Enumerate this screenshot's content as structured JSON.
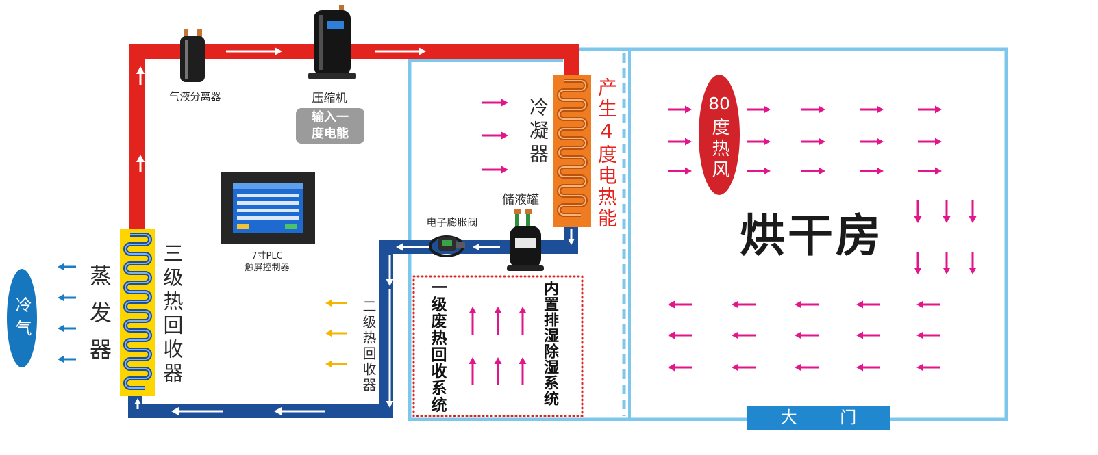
{
  "components": {
    "separator": {
      "label": "气液分离器"
    },
    "compressor": {
      "label": "压缩机",
      "input_energy": [
        "输入一",
        "度电能"
      ]
    },
    "condenser": {
      "label": "冷凝器",
      "output_energy": "产生4度电热能"
    },
    "receiver": {
      "label": "储液罐"
    },
    "expansion_valve": {
      "label": "电子膨胀阀"
    },
    "plc": {
      "label": [
        "7寸PLC",
        "触屏控制器"
      ]
    },
    "evaporator": {
      "label": "蒸发器",
      "heat_recovery": "三级热回收器"
    },
    "secondary_recovery": {
      "label": "二级热回收器"
    },
    "primary_recovery": {
      "label": "一级废热回收系统"
    },
    "dehumidifier": {
      "label": "内置排湿除湿系统"
    },
    "cold_air": {
      "label": "冷气"
    },
    "hot_air": {
      "value": "80",
      "label": "度热风"
    },
    "drying_room": {
      "label": "烘干房"
    },
    "door": {
      "label": "大 门"
    }
  },
  "colors": {
    "hot_pipe": "#e3231d",
    "cold_pipe": "#1d4f99",
    "room_outline": "#7ec7ec",
    "condenser": "#f07c22",
    "evaporator": "#ffd500",
    "hot_air_arrows": "#e2168b",
    "warm_arrows": "#f4b400",
    "cold_air_arrows": "#1b7cc3",
    "cold_air_badge": "#1677be",
    "hot_air_badge": "#d2222a",
    "door": "#2187cf",
    "energy_badge": "#9b9b9b",
    "label_red": "#e4211c"
  }
}
